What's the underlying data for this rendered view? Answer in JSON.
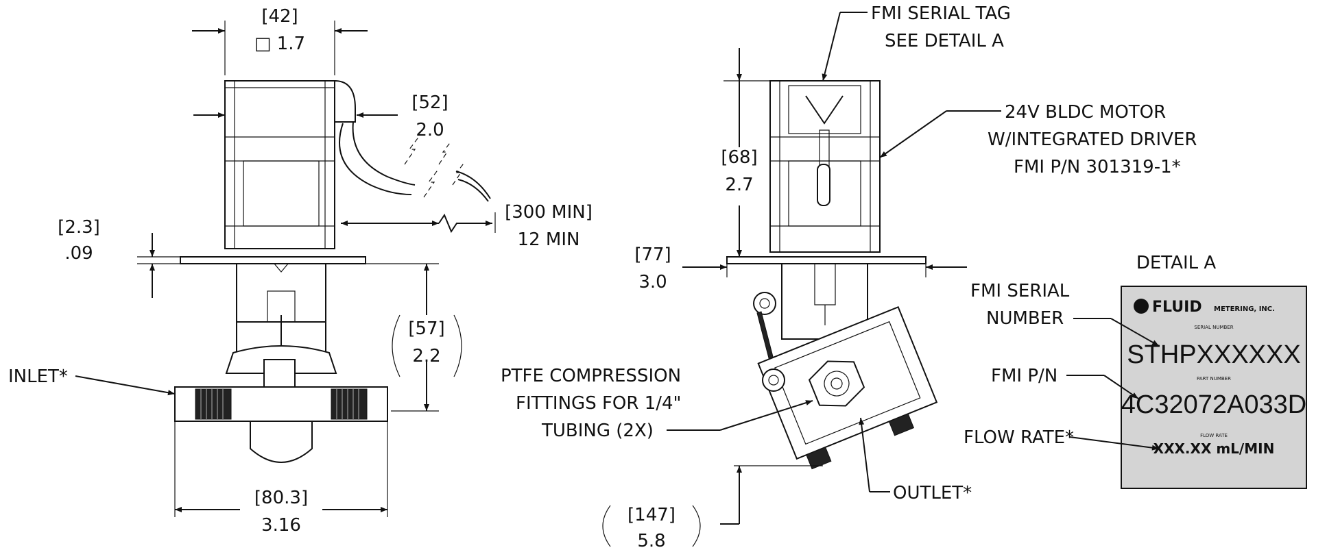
{
  "left_view": {
    "width_mm": "[42]",
    "width_in": "□ 1.7",
    "depth_mm": "[52]",
    "depth_in": "2.0",
    "cable_mm": "[300 MIN]",
    "cable_in": "12 MIN",
    "plate_mm": "[2.3]",
    "plate_in": ".09",
    "pump_mm": "[57]",
    "pump_in": "2.2",
    "span_mm": "[80.3]",
    "span_in": "3.16",
    "inlet_label": "INLET*"
  },
  "right_view": {
    "serial_tag_1": "FMI SERIAL TAG",
    "serial_tag_2": "SEE DETAIL A",
    "motor_1": "24V BLDC MOTOR",
    "motor_2": "W/INTEGRATED DRIVER",
    "motor_3": "FMI P/N 301319-1*",
    "height_mm": "[68]",
    "height_in": "2.7",
    "plate_mm": "[77]",
    "plate_in": "3.0",
    "fittings_1": "PTFE COMPRESSION",
    "fittings_2": "FITTINGS FOR 1/4\"",
    "fittings_3": "TUBING (2X)",
    "overall_mm": "[147]",
    "overall_in": "5.8",
    "outlet_label": "OUTLET*"
  },
  "detail": {
    "title": "DETAIL A",
    "serial_label_1": "FMI SERIAL",
    "serial_label_2": "NUMBER",
    "pn_label": "FMI P/N",
    "flow_label": "FLOW RATE*",
    "brand": "FLUID",
    "brand_suffix": "METERING, INC.",
    "serial_caption": "SERIAL NUMBER",
    "serial_value": "STHPXXXXXX",
    "part_caption": "PART NUMBER",
    "part_value": "4C32072A033D",
    "flow_caption": "FLOW RATE",
    "flow_value": "XXX.XX mL/MIN"
  }
}
